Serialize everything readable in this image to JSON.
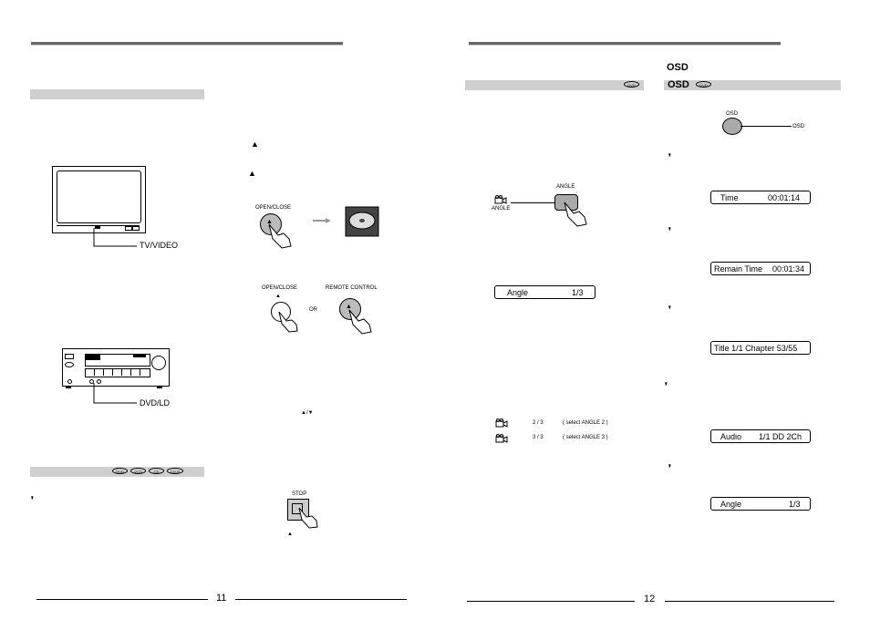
{
  "left_page": {
    "page_number": "11",
    "tv_label": "TV/VIDEO",
    "receiver_label": "DVD/LD",
    "open_close_label": "OPEN/CLOSE",
    "open_close_label_2": "OPEN/CLOSE",
    "remote_control_label": "REMOTE CONTROL",
    "or_label": "OR",
    "stop_label": "STOP",
    "eject_symbol": "▲",
    "up_down_symbol": "▲/▼",
    "disc_badges": [
      "DVD",
      "VCD",
      "CD",
      "CD-R"
    ]
  },
  "right_page": {
    "page_number": "12",
    "osd_heading": "OSD",
    "osd_bar_label": "OSD",
    "dvd_badge": "DVD",
    "angle_button_label": "ANGLE",
    "angle_icon_label": "ANGLE",
    "angle_display": {
      "label": "Angle",
      "value": "1/3"
    },
    "angle_rows": [
      {
        "fraction": "2 / 3",
        "text": "( select ANGLE 2 )"
      },
      {
        "fraction": "3 / 3",
        "text": "( select ANGLE 3 )"
      }
    ],
    "osd_button_label": "OSD",
    "osd_line_label": "OSD",
    "osd_displays": [
      {
        "label": "Time",
        "value": "00:01:14"
      },
      {
        "label": "Remain Time",
        "value": "00:01:34"
      },
      {
        "label": "Title 1/1 Chapter 53/55",
        "value": ""
      },
      {
        "label": "Audio",
        "value": "1/1 DD 2Ch"
      },
      {
        "label": "Angle",
        "value": "1/3"
      }
    ]
  }
}
